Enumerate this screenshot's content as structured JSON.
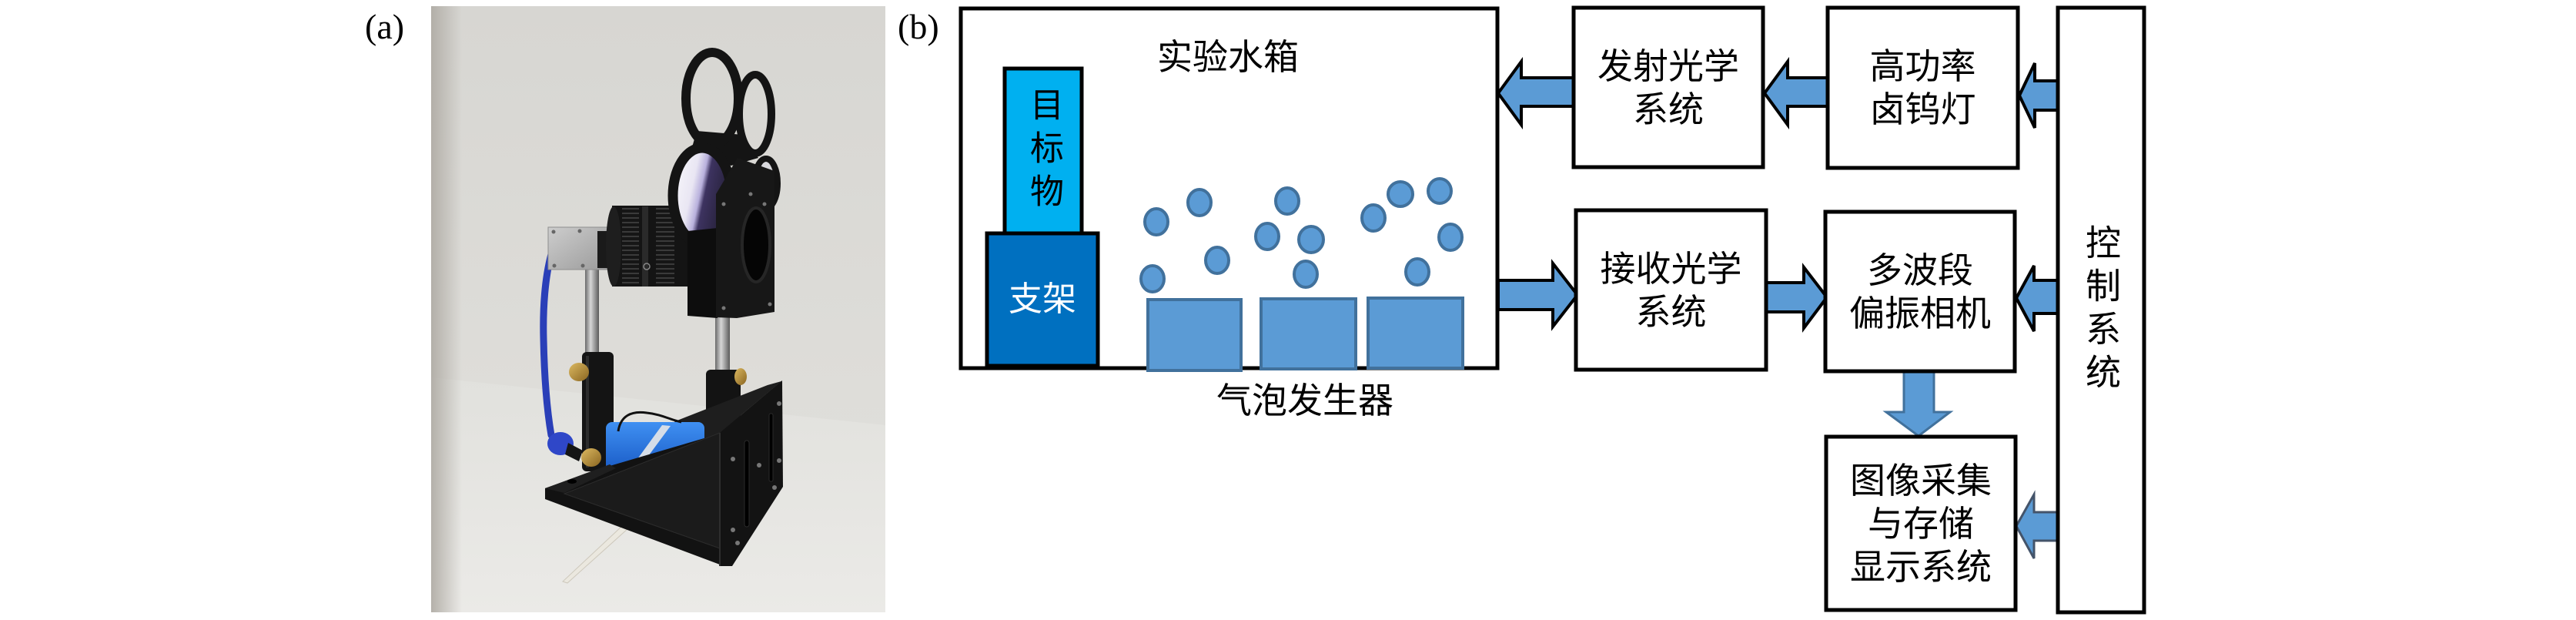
{
  "panels": {
    "a": {
      "label": "(a)"
    },
    "b": {
      "label": "(b)"
    }
  },
  "photo": {
    "subject": "multiband-polarization-camera-with-filter-wheel-on-bracket"
  },
  "diagram": {
    "tank": {
      "title": "实验水箱",
      "target": "目标物",
      "support": "支架",
      "bubble_generator_label": "气泡发生器"
    },
    "blocks": {
      "emit_optics": "发射光学\n系统",
      "lamp": "高功率\n卤钨灯",
      "receive_optics": "接收光学\n系统",
      "camera": "多波段\n偏振相机",
      "image_system": "图像采集\n与存储\n显示系统",
      "control": "控制系统"
    },
    "connections": [
      {
        "from": "高功率卤钨灯",
        "to": "发射光学系统"
      },
      {
        "from": "发射光学系统",
        "to": "实验水箱"
      },
      {
        "from": "控制系统",
        "to": "高功率卤钨灯"
      },
      {
        "from": "实验水箱",
        "to": "接收光学系统"
      },
      {
        "from": "接收光学系统",
        "to": "多波段偏振相机"
      },
      {
        "from": "控制系统",
        "to": "多波段偏振相机"
      },
      {
        "from": "多波段偏振相机",
        "to": "图像采集与存储显示系统"
      },
      {
        "from": "控制系统",
        "to": "图像采集与存储显示系统"
      }
    ],
    "colors": {
      "target": "#00b0f0",
      "support": "#0070c0",
      "bubble_fill": "#5b9bd5",
      "bubble_stroke": "#41719c",
      "arrow_fill": "#5b9bd5",
      "box_border": "#000000"
    }
  }
}
